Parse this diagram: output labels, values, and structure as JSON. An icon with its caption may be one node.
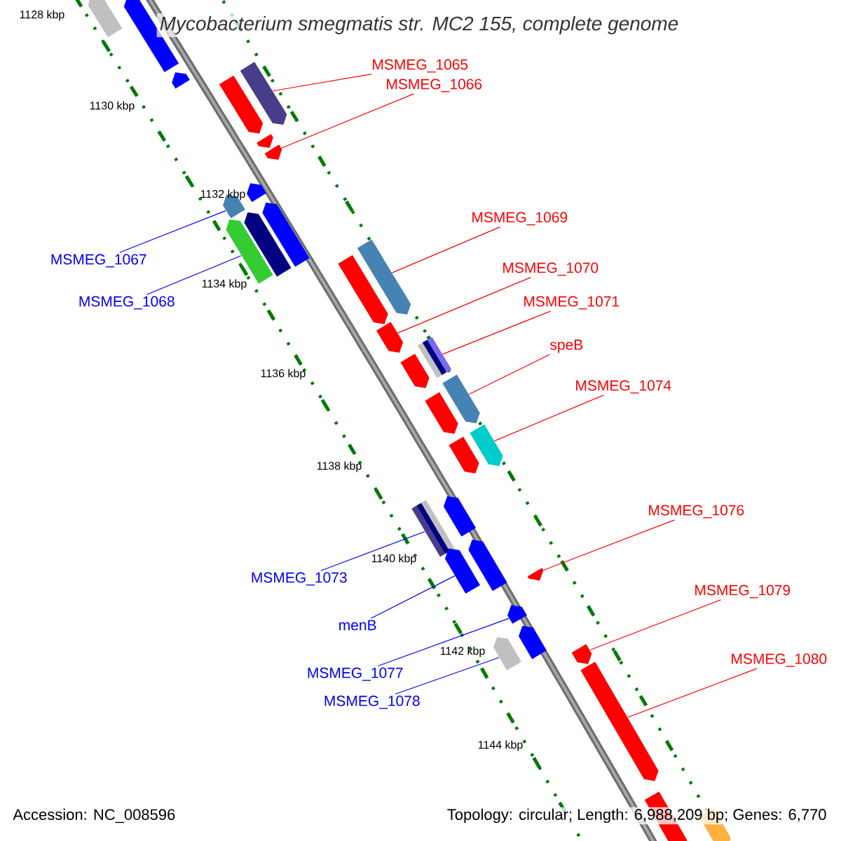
{
  "diagram": {
    "title": "Mycobacterium smegmatis str. MC2 155, complete genome",
    "nodes": [
      {
        "text": [
          "MSMEG_1065"
        ]
      },
      {
        "text": [
          "MSMEG_1066"
        ]
      },
      {
        "text": [
          "MSMEG_1069"
        ]
      },
      {
        "text": [
          "MSMEG_1067"
        ]
      },
      {
        "text": [
          "MSMEG_1070"
        ]
      },
      {
        "text": [
          "MSMEG_1068"
        ]
      },
      {
        "text": [
          "MSMEG_1071"
        ]
      },
      {
        "text": [
          "speB"
        ]
      },
      {
        "text": [
          "MSMEG_1074"
        ]
      },
      {
        "text": [
          "MSMEG_1076"
        ]
      },
      {
        "text": [
          "MSMEG_1073"
        ]
      },
      {
        "text": [
          "MSMEG_1079"
        ]
      },
      {
        "text": [
          "menB"
        ]
      },
      {
        "text": [
          "MSMEG_1080"
        ]
      },
      {
        "text": [
          "MSMEG_1077"
        ]
      },
      {
        "text": [
          "MSMEG_1078"
        ]
      },
      {
        "text": [],
        "shape": "arrow"
      },
      {
        "text": [],
        "shape": "arrow"
      },
      {
        "text": [],
        "shape": "arrow"
      },
      {
        "text": [],
        "shape": "arrow"
      },
      {
        "text": [],
        "shape": "arrow"
      },
      {
        "text": [],
        "shape": "arrow"
      },
      {
        "text": [],
        "shape": "bar"
      },
      {
        "text": [],
        "shape": "arrow"
      },
      {
        "text": [],
        "shape": "arrow"
      },
      {
        "text": [],
        "shape": "arrow"
      },
      {
        "text": [],
        "shape": "bar"
      },
      {
        "text": [],
        "shape": "arrow"
      },
      {
        "text": [],
        "shape": "arrow"
      },
      {
        "text": [],
        "shape": "arrow"
      },
      {
        "text": [],
        "shape": "arrow"
      },
      {
        "text": [],
        "shape": "arrow"
      },
      {
        "text": [],
        "shape": "arrow"
      },
      {
        "text": [],
        "shape": "arrow"
      },
      {
        "text": [],
        "shape": "arrow"
      },
      {
        "text": [],
        "shape": "arrow"
      },
      {
        "text": [],
        "shape": "arrow"
      },
      {
        "text": [],
        "shape": "arrow"
      },
      {
        "text": [],
        "shape": "arrow"
      },
      {
        "text": [],
        "shape": "arrow"
      },
      {
        "text": [],
        "shape": "arrow"
      },
      {
        "text": [],
        "shape": "arrow"
      },
      {
        "text": [],
        "shape": "arrow"
      },
      {
        "text": [],
        "shape": "arrow"
      },
      {
        "text": [],
        "shape": "arrow"
      },
      {
        "text": [],
        "shape": "arrow"
      },
      {
        "text": [],
        "shape": "arrow"
      },
      {
        "text": [],
        "shape": "arrow"
      },
      {
        "text": [],
        "shape": "arrow"
      }
    ],
    "edges": [
      {
        "from": 0,
        "to": 16,
        "arrow": "none"
      },
      {
        "from": 1,
        "to": 17,
        "arrow": "none"
      },
      {
        "from": 2,
        "to": 18,
        "arrow": "none"
      },
      {
        "from": 3,
        "to": 19,
        "arrow": "none",
        "color": "#0000ff"
      },
      {
        "from": 4,
        "to": 20,
        "arrow": "none"
      },
      {
        "from": 5,
        "to": 21,
        "arrow": "none",
        "color": "#0000ff"
      },
      {
        "from": 6,
        "to": 22,
        "arrow": "none"
      },
      {
        "from": 7,
        "to": 23,
        "arrow": "none"
      },
      {
        "from": 8,
        "to": 24,
        "arrow": "none"
      },
      {
        "from": 9,
        "to": 25,
        "arrow": "none"
      },
      {
        "from": 10,
        "to": 26,
        "arrow": "none",
        "color": "#0000ff"
      },
      {
        "from": 11,
        "to": 27,
        "arrow": "none"
      },
      {
        "from": 12,
        "to": 28,
        "arrow": "none",
        "color": "#0000ff"
      },
      {
        "from": 13,
        "to": 29,
        "arrow": "none"
      },
      {
        "from": 14,
        "to": 30,
        "arrow": "none",
        "color": "#0000ff"
      },
      {
        "from": 15,
        "to": 31,
        "arrow": "none",
        "color": "#0000ff"
      }
    ],
    "labels": [
      "1128 kbp",
      "1130 kbp",
      "1132 kbp",
      "1134 kbp",
      "1136 kbp",
      "1138 kbp",
      "1140 kbp",
      "1142 kbp",
      "1144 kbp",
      "Accession: NC_008596",
      "Topology: circular; Length: 6,988,209 bp; Genes: 6,770"
    ]
  }
}
